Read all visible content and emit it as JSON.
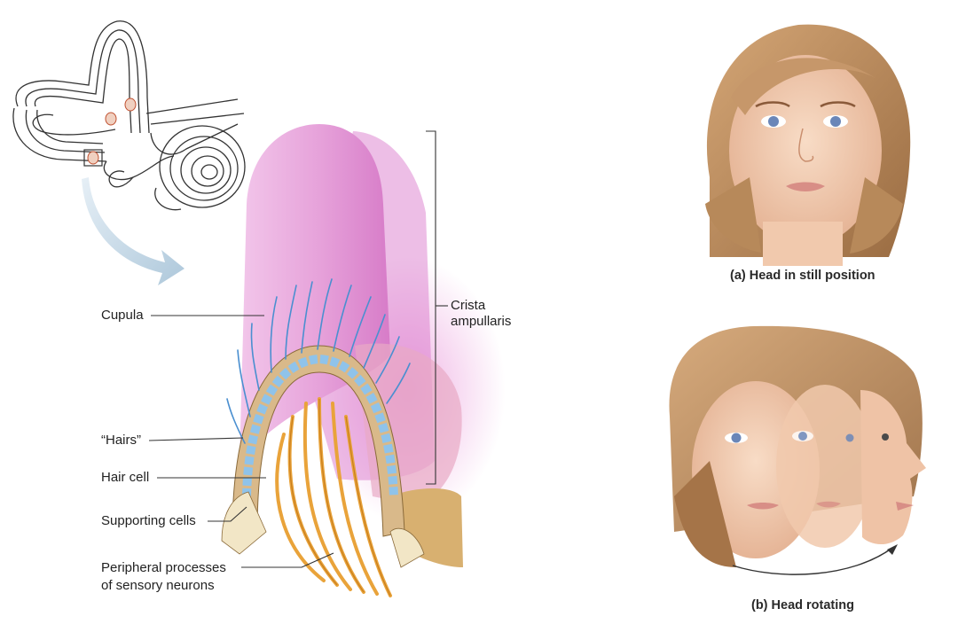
{
  "labels": {
    "cupula": "Cupula",
    "hairs": "“Hairs”",
    "hair_cell": "Hair cell",
    "supporting_cells": "Supporting cells",
    "peripheral_line1": "Peripheral processes",
    "peripheral_line2": "of sensory neurons",
    "crista_line1": "Crista",
    "crista_line2": "ampullaris"
  },
  "captions": {
    "still": "(a) Head in still position",
    "rotating": "(b) Head rotating"
  },
  "colors": {
    "cupula": "#e08fd0",
    "cupula_light": "#f0bfe6",
    "hair_blue": "#4a8fd0",
    "nerve_fiber": "#e9a33a",
    "supporting_tan": "#d9b98a",
    "hair_cell_blue": "#8fc3ea",
    "arrow_blue": "#b7cfe0",
    "skin": "#f1c9ad",
    "hair_blonde": "#b7895a"
  },
  "icons": {
    "ear_diagram": "inner-ear-line-drawing",
    "arrow": "curved-arrow"
  }
}
